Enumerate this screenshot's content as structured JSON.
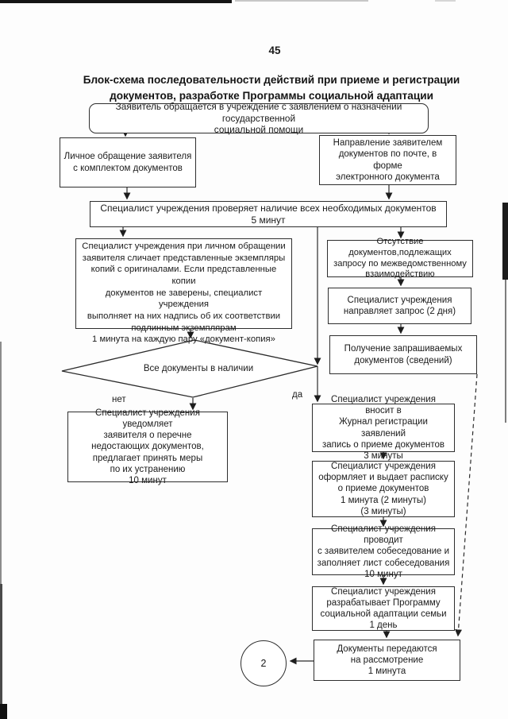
{
  "page": {
    "number": "45",
    "title": "Блок-схема последовательности действий при приеме и регистрации\nдокументов, разработке Программы социальной адаптации"
  },
  "labels": {
    "no": "нет",
    "yes": "да"
  },
  "connector": {
    "label": "2"
  },
  "nodes": {
    "start": {
      "text": "Заявитель обращается в учреждение с заявлением о назначении государственной\nсоциальной помощи"
    },
    "personal": {
      "text": "Личное обращение заявителя\nс комплектом документов"
    },
    "mail": {
      "text": "Направление заявителем\nдокументов по почте, в форме\nэлектронного документа"
    },
    "check": {
      "text": "Специалист учреждения проверяет наличие всех необходимых документов\n5 минут"
    },
    "compare": {
      "text": "Специалист учреждения при личном обращении\nзаявителя сличает представленные экземпляры\nкопий с оригиналами. Если представленные копии\nдокументов не заверены, специалист учреждения\nвыполняет на них надпись об их соответствии\nподлинным экземплярам\n1 минута на каждую пару «документ-копия»"
    },
    "absence": {
      "text": "Отсутствие документов,подлежащих\nзапросу по межведомственному\nвзаимодействию"
    },
    "request": {
      "text": "Специалист учреждения\nнаправляет запрос (2 дня)"
    },
    "receive": {
      "text": "Получение запрашиваемых\nдокументов (сведений)"
    },
    "decision": {
      "text": "Все документы в наличии"
    },
    "notify": {
      "text": "Специалист учреждения уведомляет\nзаявителя о перечне\nнедостающих документов,\nпредлагает принять меры\nпо их устранению\n10 минут"
    },
    "register": {
      "text": "Специалист учреждения вносит в\nЖурнал регистрации заявлений\nзапись о приеме документов\n3 минуты"
    },
    "issue": {
      "text": "Специалист учреждения\nоформляет и выдает расписку\nо приеме документов\n1 минута (2 минуты)\n(3 минуты)"
    },
    "interview": {
      "text": "Специалист учреждения проводит\nс заявителем собеседование и\nзаполняет лист собеседования\n10 минут"
    },
    "develop": {
      "text": "Специалист учреждения\nразрабатывает Программу\nсоциальной адаптации семьи\n1 день"
    },
    "transfer": {
      "text": "Документы передаются\nна рассмотрение\n1 минута"
    }
  }
}
